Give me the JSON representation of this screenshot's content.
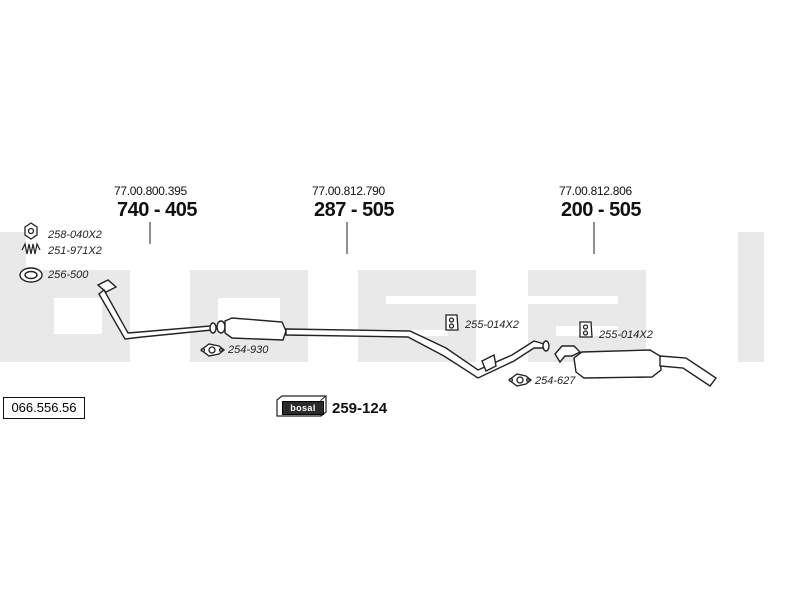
{
  "catalog_number": "066.556.56",
  "brand_logo": "bosal",
  "main_parts": [
    {
      "oem": "77.00.800.395",
      "part": "740 - 405"
    },
    {
      "oem": "77.00.812.790",
      "part": "287 - 505"
    },
    {
      "oem": "77.00.812.806",
      "part": "200 - 505"
    }
  ],
  "accessories": [
    {
      "code": "258-040X2",
      "icon": "nut-icon"
    },
    {
      "code": "251-971X2",
      "icon": "spring-icon"
    },
    {
      "code": "256-500",
      "icon": "gasket-ring-icon"
    },
    {
      "code": "254-930",
      "icon": "flange-gasket-icon"
    },
    {
      "code": "255-014X2",
      "icon": "rubber-hanger-icon"
    },
    {
      "code": "255-014X2",
      "icon": "rubber-hanger-icon"
    },
    {
      "code": "254-627",
      "icon": "flange-gasket-icon"
    }
  ],
  "kit": {
    "code": "259-124",
    "icon": "bosal-box-icon",
    "badge": "bosal"
  },
  "colors": {
    "watermark": "#e9e9e9",
    "line": "#222222"
  }
}
